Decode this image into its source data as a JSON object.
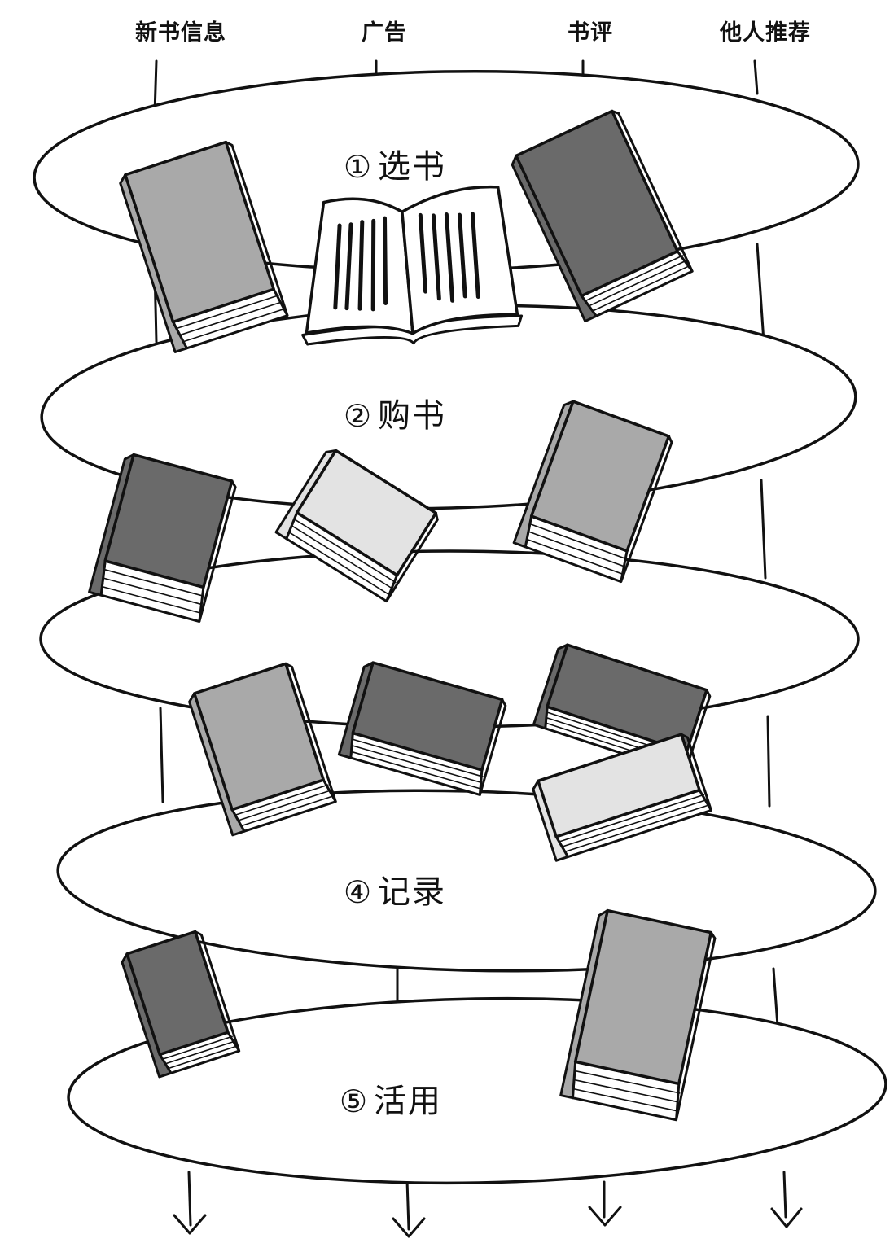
{
  "sources": [
    {
      "id": "new-book-info",
      "label": "新书信息"
    },
    {
      "id": "ads",
      "label": "广告"
    },
    {
      "id": "reviews",
      "label": "书评"
    },
    {
      "id": "recommendations",
      "label": "他人推荐"
    }
  ],
  "steps": [
    {
      "id": "select",
      "number": "①",
      "label": "选书"
    },
    {
      "id": "buy",
      "number": "②",
      "label": "购书"
    },
    {
      "id": "read",
      "number": "",
      "label": ""
    },
    {
      "id": "record",
      "number": "④",
      "label": "记录"
    },
    {
      "id": "use",
      "number": "⑤",
      "label": "活用"
    }
  ],
  "colors": {
    "line": "#111111",
    "book_light": "#e3e3e3",
    "book_mid": "#a9a9a9",
    "book_dark": "#6a6a6a",
    "pages": "#ffffff"
  }
}
